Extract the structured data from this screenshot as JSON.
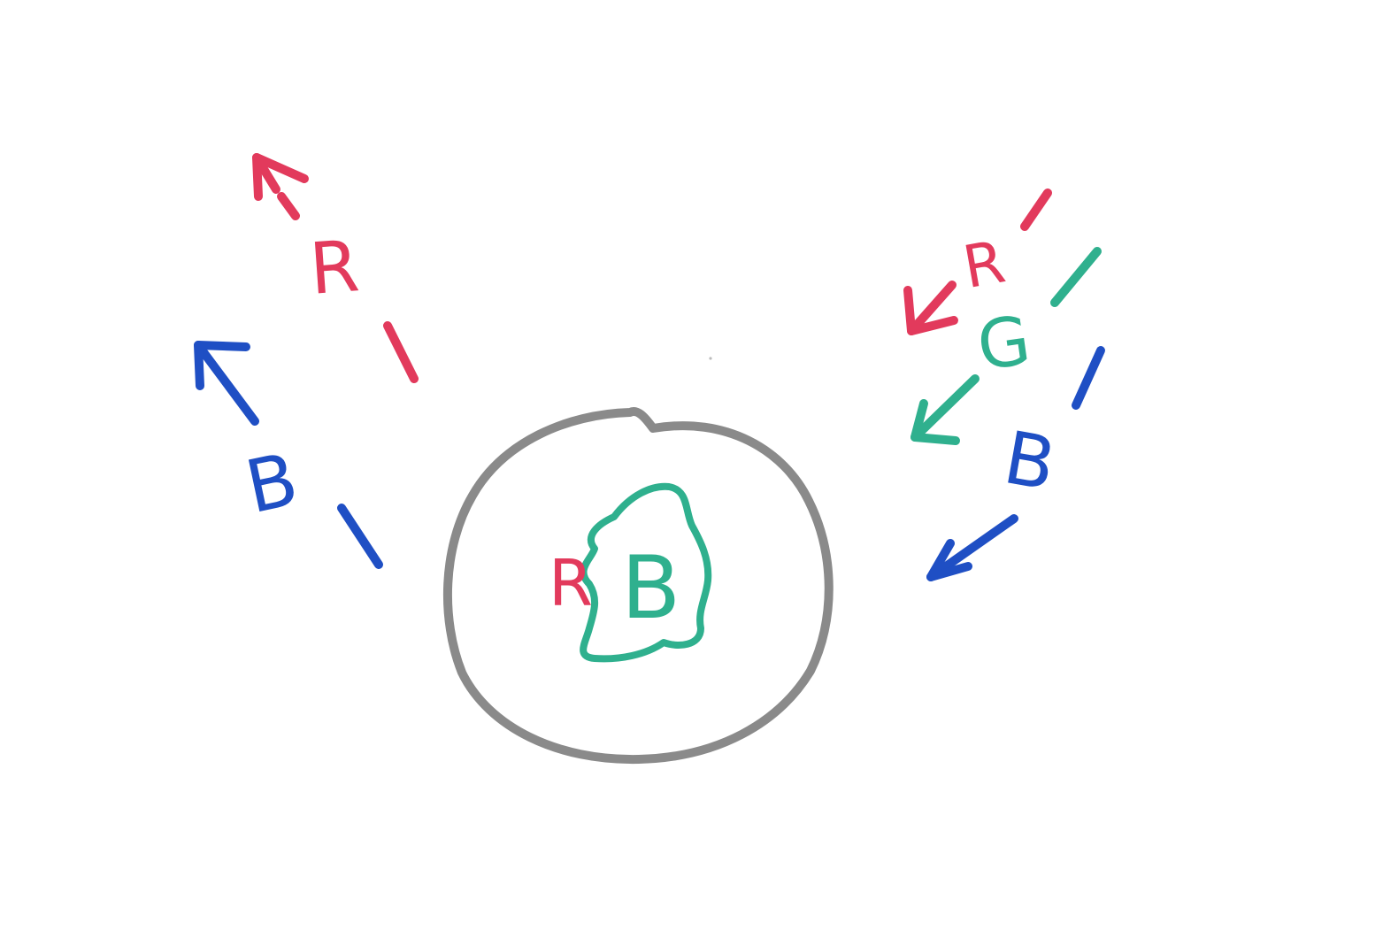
{
  "colors": {
    "red": "#e23a5c",
    "blue": "#1f4fc4",
    "green": "#2fb08e",
    "gray": "#8a8a8a"
  },
  "labels": {
    "left_red": "R",
    "left_blue": "B",
    "right_red": "R",
    "right_green": "G",
    "right_blue": "B",
    "core_red": "R",
    "core_blue": "B"
  }
}
